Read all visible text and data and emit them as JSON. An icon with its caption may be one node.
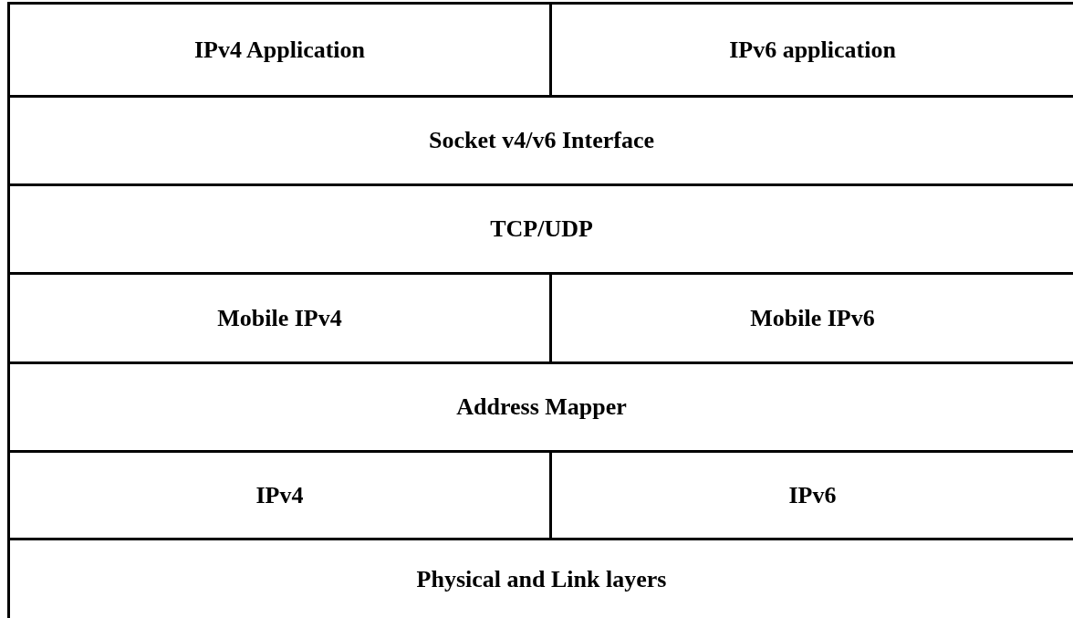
{
  "diagram": {
    "nodes": [
      {
        "text": [
          "IPv4 Application"
        ]
      },
      {
        "text": [
          "IPv6 application"
        ]
      },
      {
        "text": [
          "Socket v4/v6 Interface"
        ]
      },
      {
        "text": [
          "TCP/UDP"
        ]
      },
      {
        "text": [
          "Mobile IPv4"
        ]
      },
      {
        "text": [
          "Mobile IPv6"
        ]
      },
      {
        "text": [
          "Address Mapper"
        ]
      },
      {
        "text": [
          "IPv4"
        ]
      },
      {
        "text": [
          "IPv6"
        ]
      },
      {
        "text": [
          "Physical and Link layers"
        ]
      }
    ]
  }
}
